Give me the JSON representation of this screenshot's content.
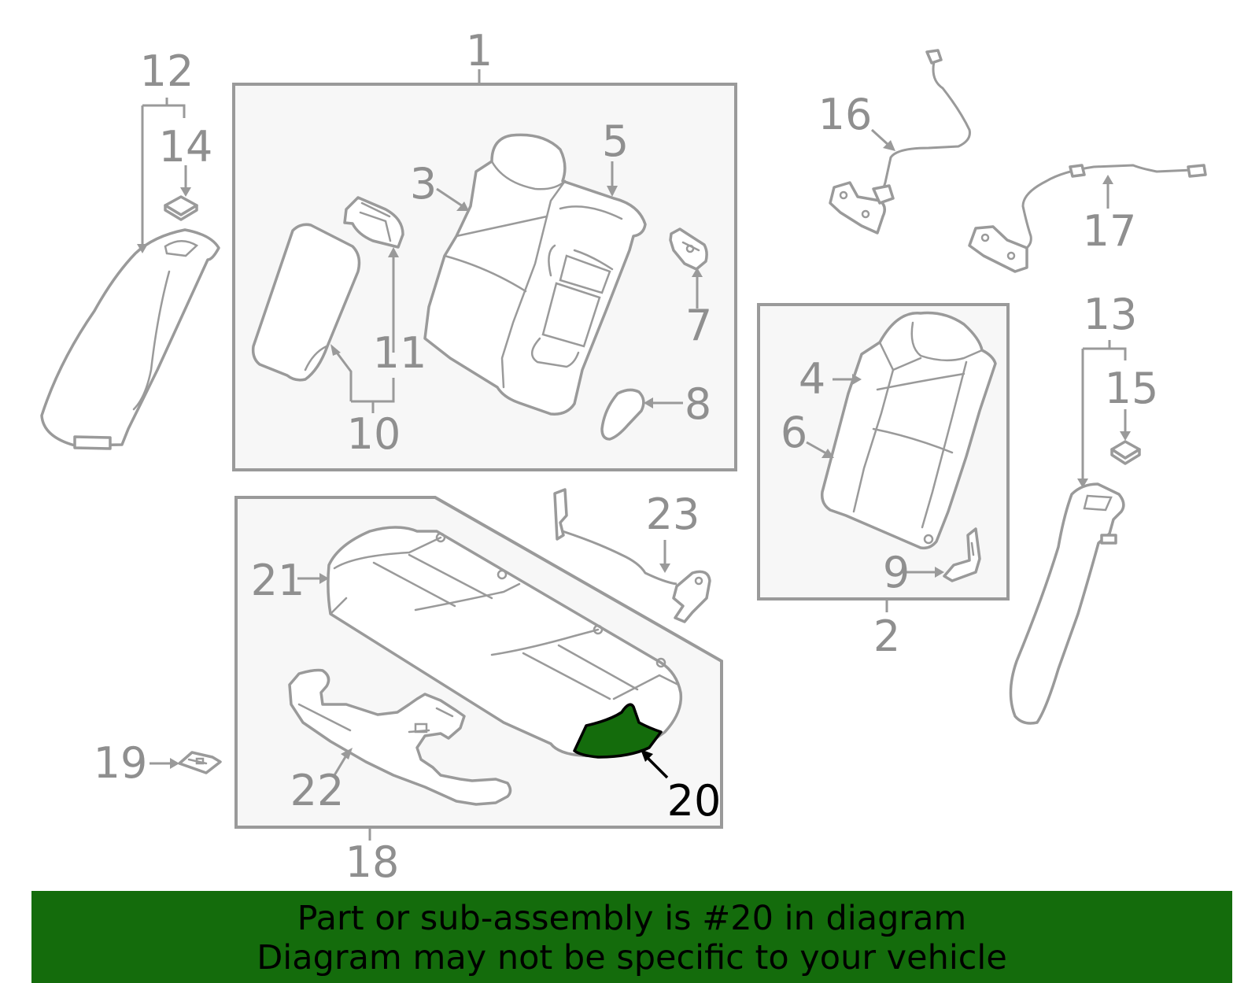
{
  "callouts": {
    "c1": "1",
    "c2": "2",
    "c3": "3",
    "c4": "4",
    "c5": "5",
    "c6": "6",
    "c7": "7",
    "c8": "8",
    "c9": "9",
    "c10": "10",
    "c11": "11",
    "c12": "12",
    "c13": "13",
    "c14": "14",
    "c15": "15",
    "c16": "16",
    "c17": "17",
    "c18": "18",
    "c19": "19",
    "c20": "20",
    "c21": "21",
    "c22": "22",
    "c23": "23"
  },
  "highlight": {
    "part_number": "20",
    "color": "#146c0c"
  },
  "banner": {
    "line1": "Part or sub-assembly is #20 in diagram",
    "line2": "Diagram may not be specific to your vehicle",
    "background": "#146c0c"
  }
}
